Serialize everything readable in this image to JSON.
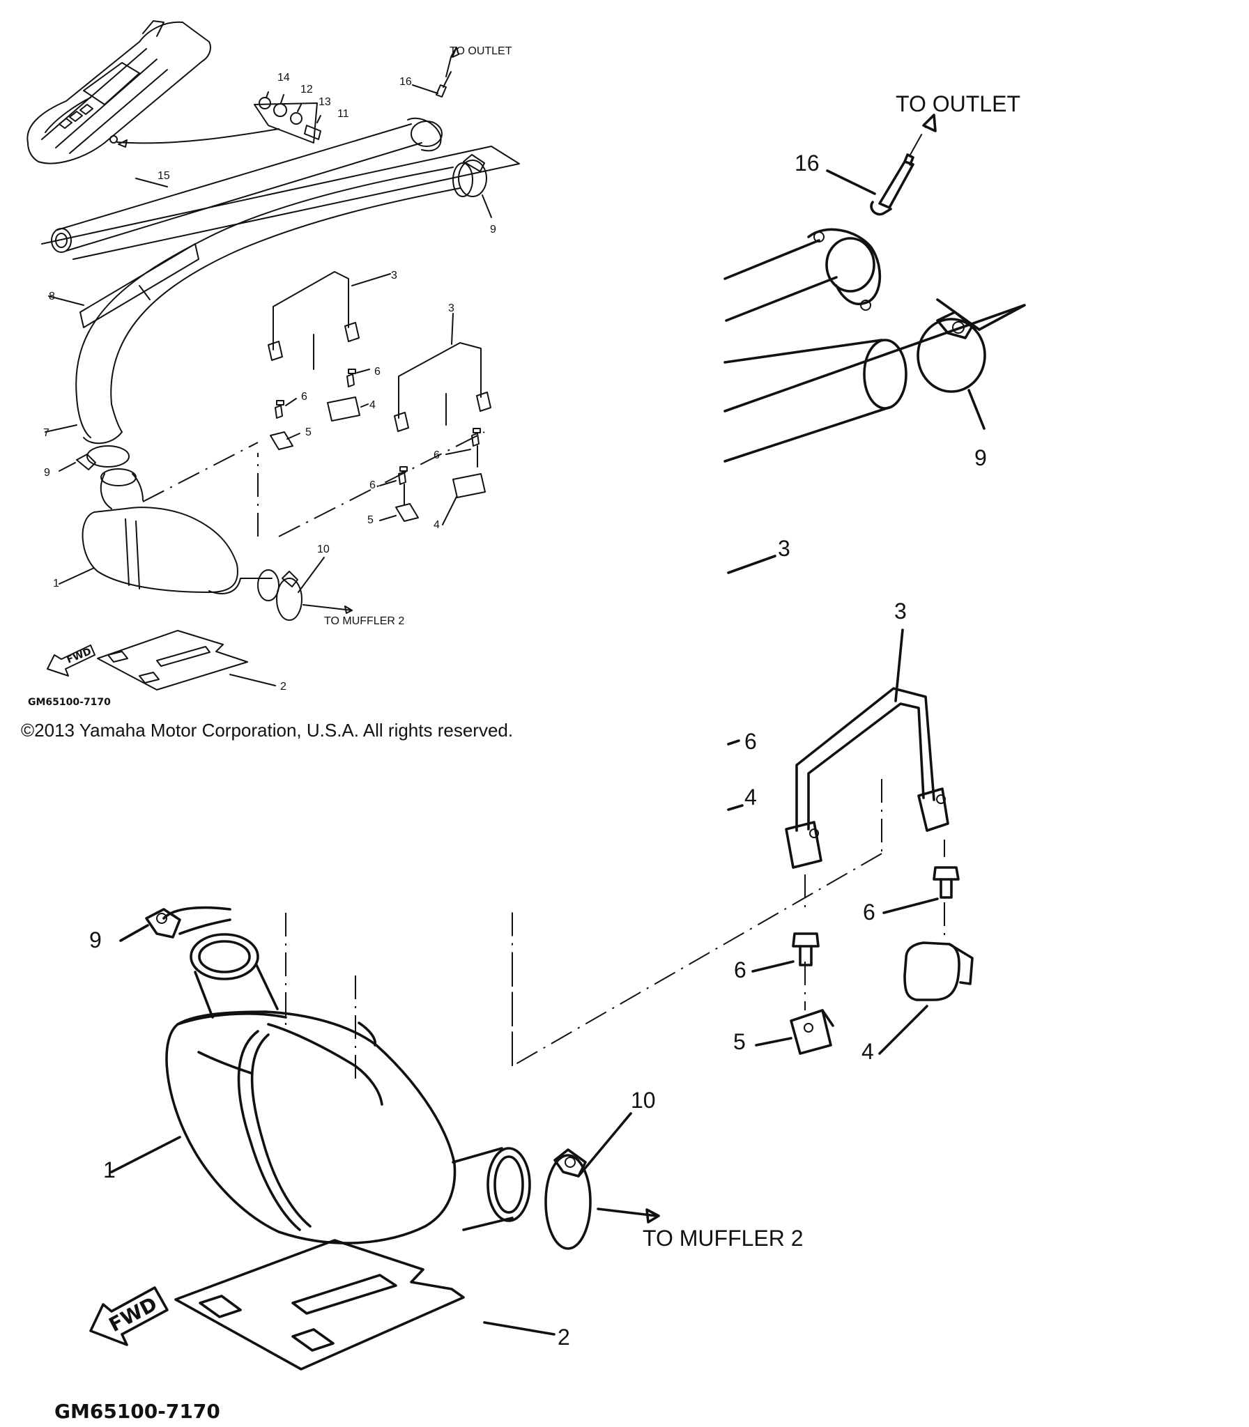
{
  "diagram": {
    "labels": {
      "to_outlet": "TO OUTLET",
      "to_muffler": "TO MUFFLER 2",
      "fwd": "FWD",
      "code": "GM65100-7170"
    },
    "copyright": "©2013 Yamaha Motor Corporation, U.S.A. All rights reserved.",
    "callouts": {
      "n1": "1",
      "n2": "2",
      "n3": "3",
      "n4": "4",
      "n5": "5",
      "n6": "6",
      "n7": "7",
      "n8": "8",
      "n9": "9",
      "n10": "10",
      "n11": "11",
      "n12": "12",
      "n13": "13",
      "n14": "14",
      "n15": "15",
      "n16": "16"
    }
  }
}
